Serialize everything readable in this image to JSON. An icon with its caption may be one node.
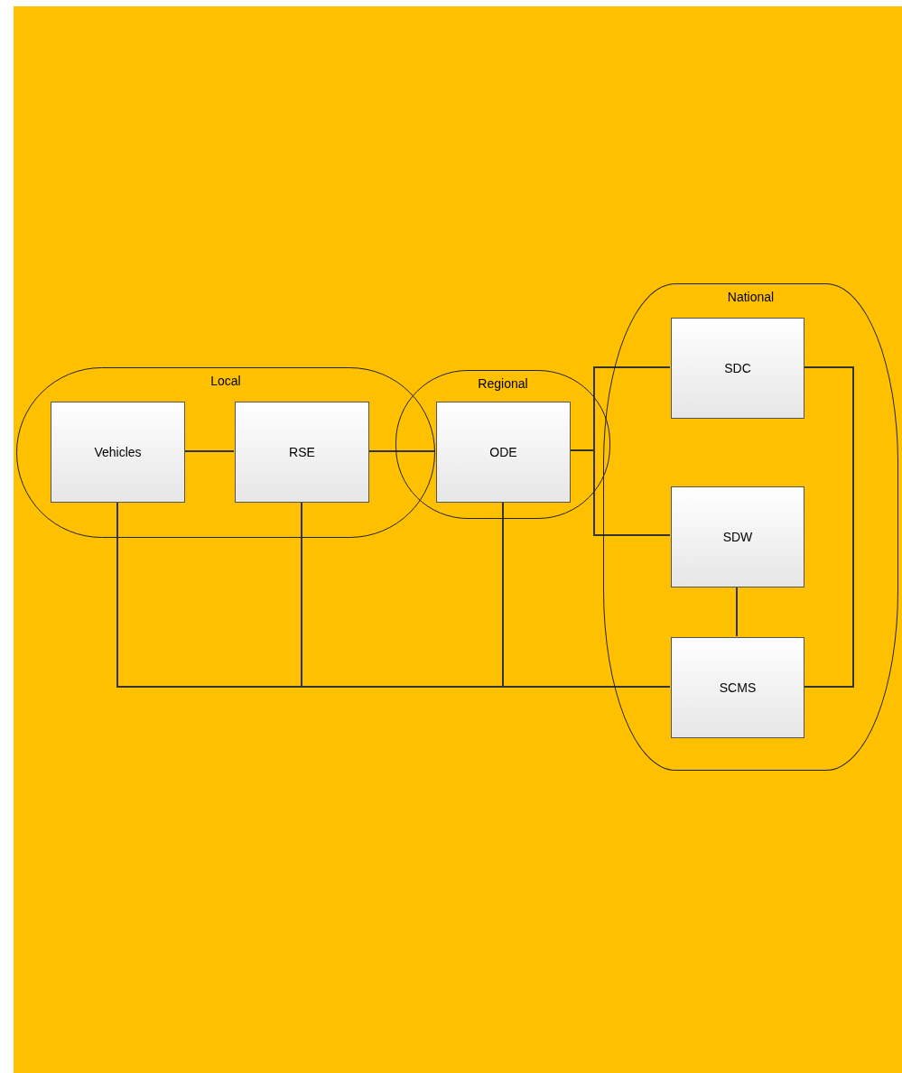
{
  "diagram": {
    "nodes": [
      {
        "text": [
          "Local"
        ]
      },
      {
        "text": [
          "Vehicles"
        ],
        "in": 0
      },
      {
        "text": [
          "RSE"
        ],
        "in": 0
      },
      {
        "text": [
          "Regional"
        ]
      },
      {
        "text": [
          "ODE"
        ],
        "in": 3
      },
      {
        "text": [
          "National"
        ]
      },
      {
        "text": [
          "SDC"
        ],
        "in": 5
      },
      {
        "text": [
          "SDW"
        ],
        "in": 5
      },
      {
        "text": [
          "SCMS"
        ],
        "in": 5
      }
    ],
    "edges": [
      {
        "from": 1,
        "to": 2,
        "arrow": "none"
      },
      {
        "from": 2,
        "to": 4,
        "arrow": "none"
      },
      {
        "from": 4,
        "to": 6,
        "arrow": "none"
      },
      {
        "from": 4,
        "to": 7,
        "arrow": "none"
      },
      {
        "from": 7,
        "to": 8,
        "arrow": "none"
      },
      {
        "from": 6,
        "to": 8,
        "arrow": "none"
      },
      {
        "from": 1,
        "to": 8,
        "arrow": "none"
      },
      {
        "from": 2,
        "to": 8,
        "arrow": "none"
      },
      {
        "from": 4,
        "to": 8,
        "arrow": "none"
      }
    ]
  }
}
